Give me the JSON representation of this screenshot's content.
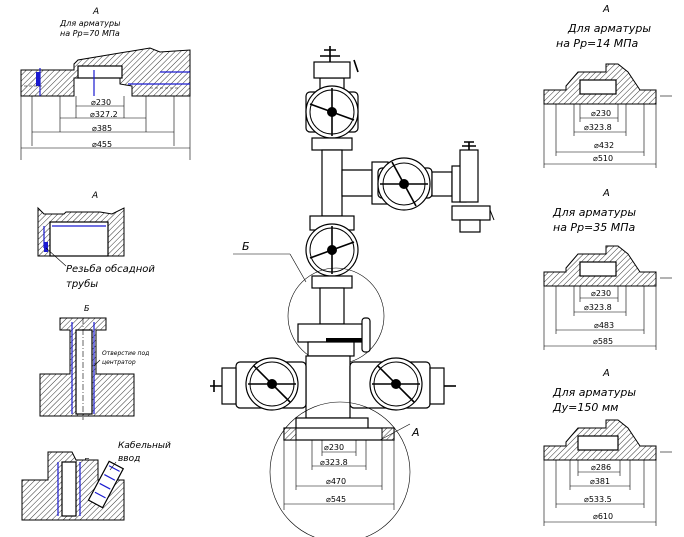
{
  "views": {
    "top_left": {
      "letter": "А",
      "line1": "Для арматуры",
      "line2": "на Рр=70 МПа",
      "dims": [
        "⌀230",
        "⌀327.2",
        "⌀385",
        "⌀455"
      ]
    },
    "thread": {
      "letter": "А",
      "line1": "Резьба обсадной",
      "line2": "трубы"
    },
    "centrator": {
      "letter": "Б",
      "line1": "Отверстие под",
      "line2": "центратор"
    },
    "cable": {
      "letter": "Б",
      "line1": "Кабельный",
      "line2": "ввод"
    },
    "center": {
      "label_b": "Б",
      "label_a": "А",
      "dims": [
        "⌀230",
        "⌀323.8",
        "⌀470",
        "⌀545"
      ]
    },
    "right_14": {
      "letter": "А",
      "line1": "Для арматуры",
      "line2": "на Рр=14 МПа",
      "dims": [
        "⌀230",
        "⌀323.8",
        "⌀432",
        "⌀510"
      ]
    },
    "right_35": {
      "letter": "А",
      "line1": "Для арматуры",
      "line2": "на Рр=35 МПа",
      "dims": [
        "⌀230",
        "⌀323.8",
        "⌀483",
        "⌀585"
      ]
    },
    "right_150": {
      "letter": "А",
      "line1": "Для арматуры",
      "line2": "Ду=150 мм",
      "dims": [
        "⌀286",
        "⌀381",
        "⌀533.5",
        "⌀610"
      ]
    }
  }
}
